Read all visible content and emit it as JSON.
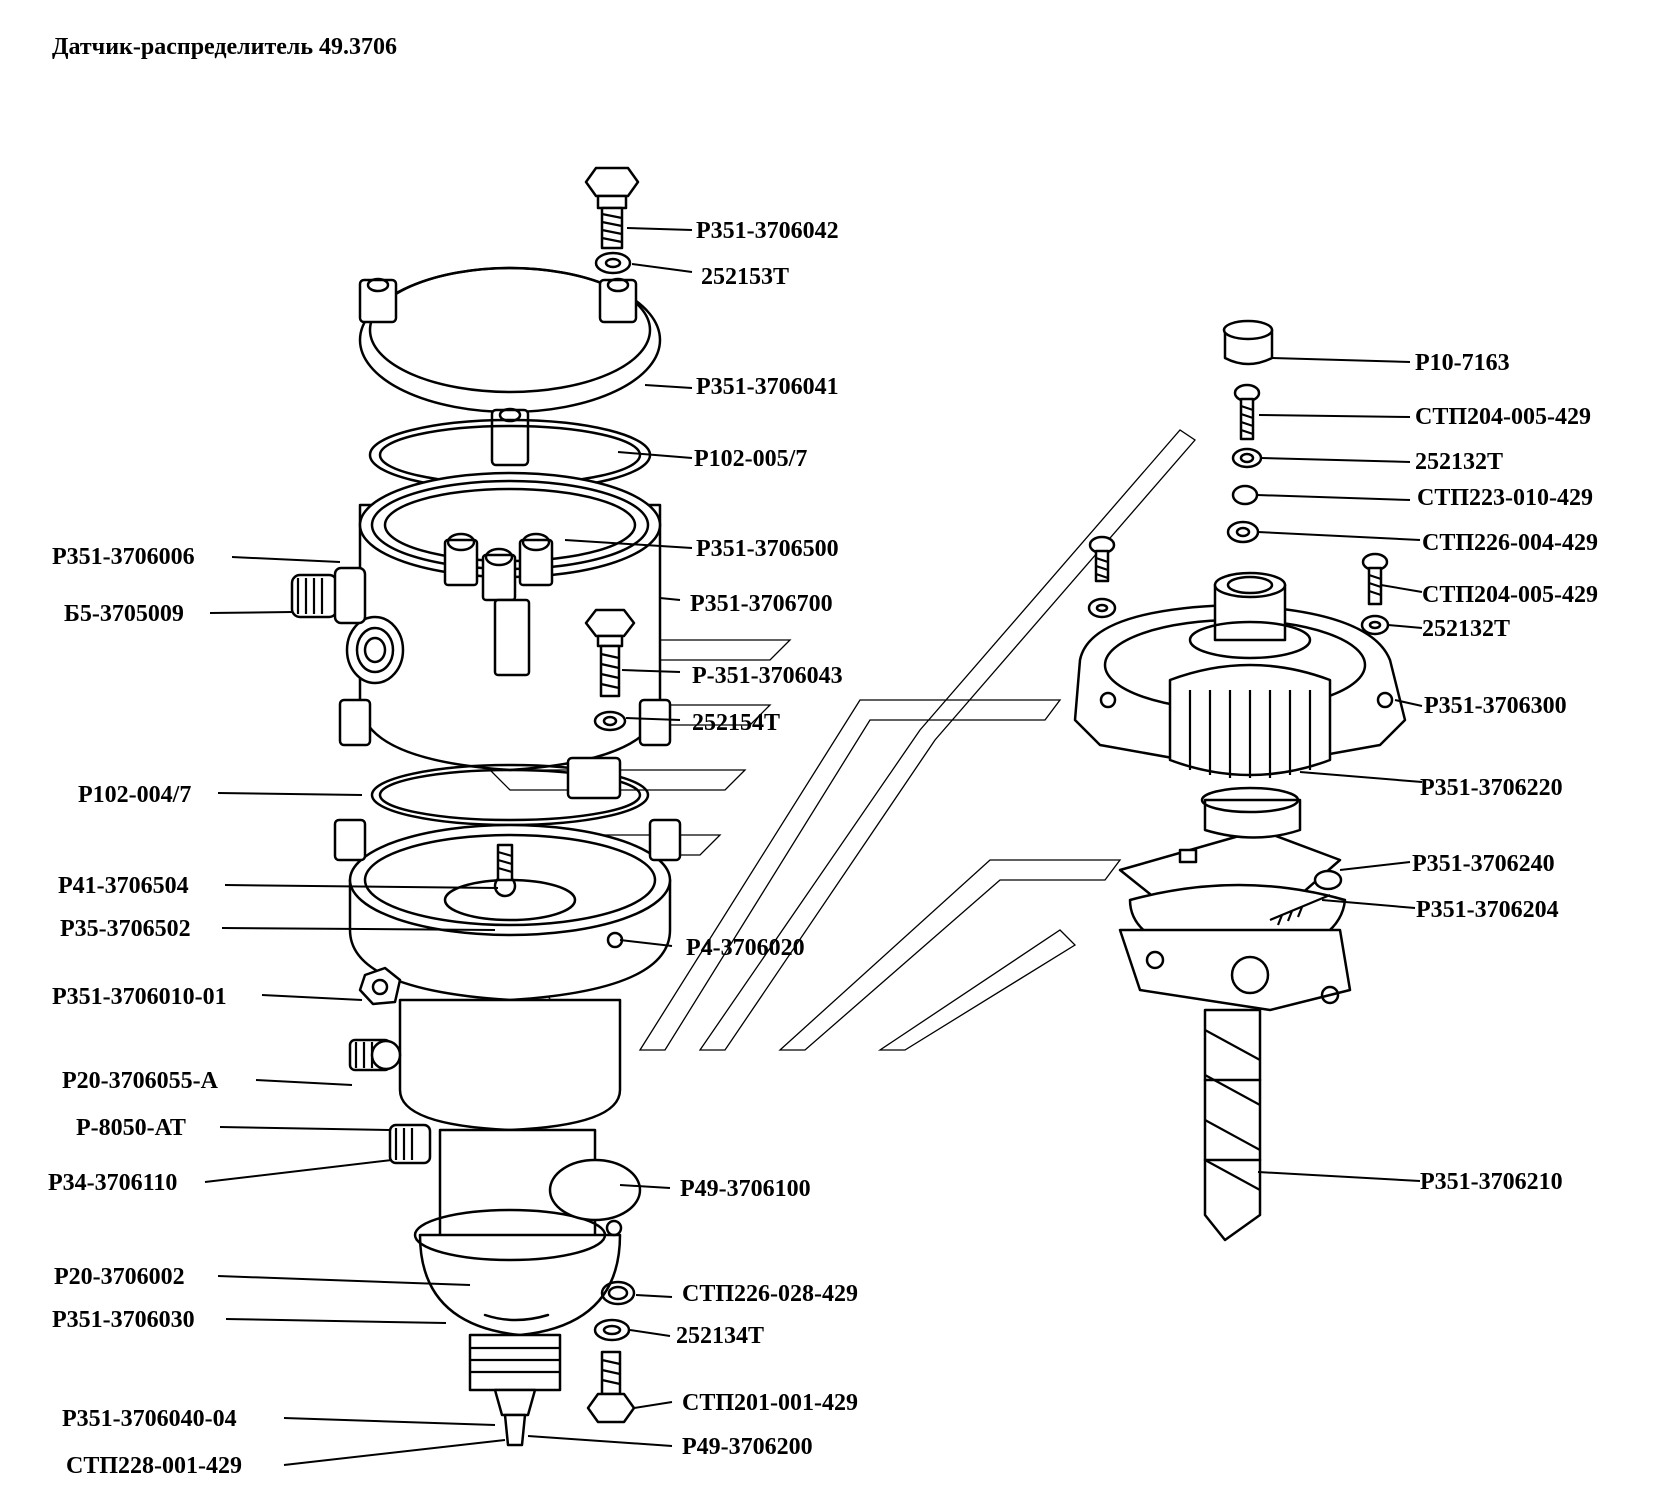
{
  "title": "Датчик-распределитель 49.3706",
  "labels": {
    "l01": "Р351-3706042",
    "l02": "252153Т",
    "l03": "Р351-3706041",
    "l04": "Р102-005/7",
    "l05": "Р351-3706500",
    "l06": "Р351-3706700",
    "l07": "Р-351-3706043",
    "l08": "252154Т",
    "l09": "Р351-3706006",
    "l10": "Б5-3705009",
    "l11": "Р102-004/7",
    "l12": "Р41-3706504",
    "l13": "Р35-3706502",
    "l14": "Р4-3706020",
    "l15": "Р351-3706010-01",
    "l16": "Р20-3706055-А",
    "l17": "Р-8050-АТ",
    "l18": "Р34-3706110",
    "l19": "Р49-3706100",
    "l20": "Р20-3706002",
    "l21": "Р351-3706030",
    "l22": "СТП226-028-429",
    "l23": "252134Т",
    "l24": "СТП201-001-429",
    "l25": "Р351-3706040-04",
    "l26": "Р49-3706200",
    "l27": "СТП228-001-429",
    "r01": "Р10-7163",
    "r02": "СТП204-005-429",
    "r03": "252132Т",
    "r04": "СТП223-010-429",
    "r05": "СТП226-004-429",
    "r06": "СТП204-005-429",
    "r07": "252132Т",
    "r08": "Р351-3706300",
    "r09": "Р351-3706220",
    "r10": "Р351-3706240",
    "r11": "Р351-3706204",
    "r12": "Р351-3706210"
  }
}
